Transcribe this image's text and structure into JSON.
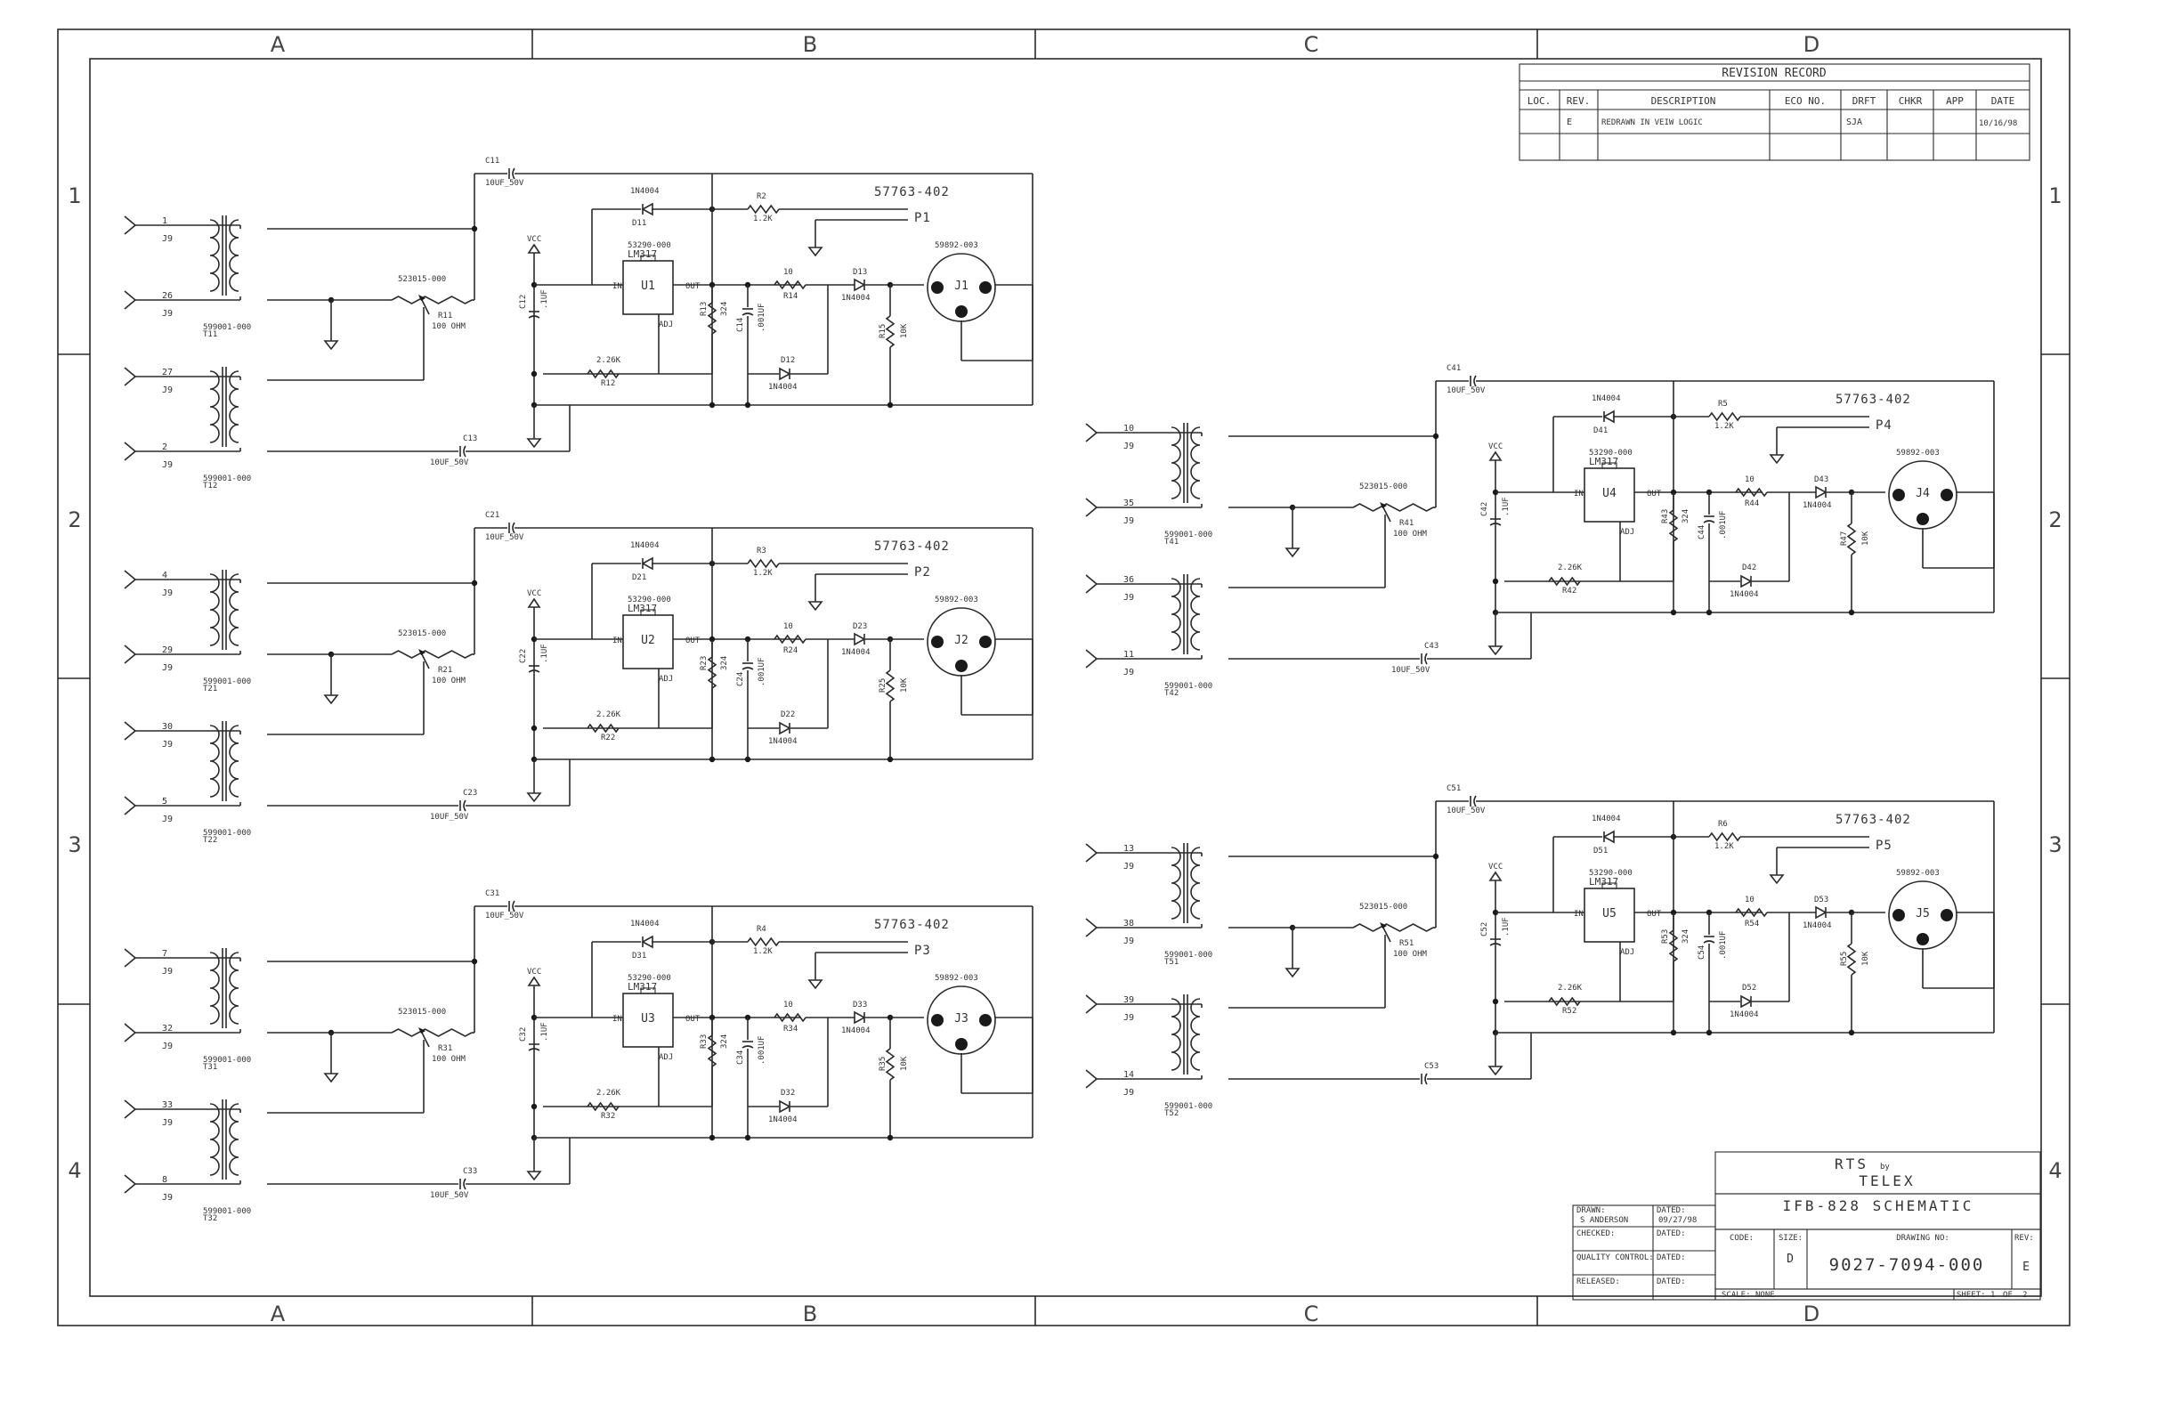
{
  "zones": {
    "columns": [
      "A",
      "B",
      "C",
      "D"
    ],
    "rows": [
      "1",
      "2",
      "3",
      "4"
    ]
  },
  "revision_record": {
    "title": "REVISION RECORD",
    "headers": [
      "LOC.",
      "REV.",
      "DESCRIPTION",
      "ECO NO.",
      "DRFT",
      "CHKR",
      "APP",
      "DATE"
    ],
    "rows": [
      {
        "loc": "",
        "rev": "E",
        "description": "REDRAWN IN VEIW LOGIC",
        "eco": "",
        "drft": "SJA",
        "chkr": "",
        "app": "",
        "date": "10/16/98"
      }
    ]
  },
  "channels": [
    {
      "id": "1",
      "cap_in": "C11",
      "cap_in_val": "10UF_50V",
      "cap_out": "C13",
      "cap_out_val": "10UF_50V",
      "trim": "R11",
      "trim_part": "523015-000",
      "trim_val": "100 OHM",
      "xfmr_a": "T11",
      "xfmr_b": "T12",
      "xfmr_part": "599001-000",
      "jacks": [
        "1",
        "26",
        "27",
        "2"
      ],
      "jack_ref": "J9",
      "diode_top": "D11",
      "r_top": "R2",
      "r_top_val": "1.2K",
      "cable": "57763-402",
      "plug": "P1",
      "vcc": "VCC",
      "cap_filter": "C12",
      "cap_filter_val": ".1UF",
      "reg_part": "53290-000",
      "reg_type": "LM317",
      "reg": "U1",
      "pin_in": "IN",
      "pin_out": "OUT",
      "pin_adj": "ADJ",
      "r_adj": "R12",
      "r_adj_val": "2.26K",
      "r_sense": "R13",
      "r_sense_val": "324",
      "cap_out2": "C14",
      "cap_out2_val": ".001UF",
      "r_series": "R14",
      "r_series_val": "10",
      "diode_series": "D13",
      "diode_ret": "D12",
      "diode_type": "1N4004",
      "r_load": "R15",
      "r_load_val": "10K",
      "xlr_part": "59892-003",
      "xlr": "J1"
    },
    {
      "id": "2",
      "cap_in": "C21",
      "cap_in_val": "10UF_50V",
      "cap_out": "C23",
      "cap_out_val": "10UF_50V",
      "trim": "R21",
      "trim_part": "523015-000",
      "trim_val": "100 OHM",
      "xfmr_a": "T21",
      "xfmr_b": "T22",
      "xfmr_part": "599001-000",
      "jacks": [
        "4",
        "29",
        "30",
        "5"
      ],
      "jack_ref": "J9",
      "diode_top": "D21",
      "r_top": "R3",
      "r_top_val": "1.2K",
      "cable": "57763-402",
      "plug": "P2",
      "vcc": "VCC",
      "cap_filter": "C22",
      "cap_filter_val": ".1UF",
      "reg_part": "53290-000",
      "reg_type": "LM317",
      "reg": "U2",
      "pin_in": "IN",
      "pin_out": "OUT",
      "pin_adj": "ADJ",
      "r_adj": "R22",
      "r_adj_val": "2.26K",
      "r_sense": "R23",
      "r_sense_val": "324",
      "cap_out2": "C24",
      "cap_out2_val": ".001UF",
      "r_series": "R24",
      "r_series_val": "10",
      "diode_series": "D23",
      "diode_ret": "D22",
      "diode_type": "1N4004",
      "r_load": "R25",
      "r_load_val": "10K",
      "xlr_part": "59892-003",
      "xlr": "J2"
    },
    {
      "id": "3",
      "cap_in": "C31",
      "cap_in_val": "10UF_50V",
      "cap_out": "C33",
      "cap_out_val": "10UF_50V",
      "trim": "R31",
      "trim_part": "523015-000",
      "trim_val": "100 OHM",
      "xfmr_a": "T31",
      "xfmr_b": "T32",
      "xfmr_part": "599001-000",
      "jacks": [
        "7",
        "32",
        "33",
        "8"
      ],
      "jack_ref": "J9",
      "diode_top": "D31",
      "r_top": "R4",
      "r_top_val": "1.2K",
      "cable": "57763-402",
      "plug": "P3",
      "vcc": "VCC",
      "cap_filter": "C32",
      "cap_filter_val": ".1UF",
      "reg_part": "53290-000",
      "reg_type": "LM317",
      "reg": "U3",
      "pin_in": "IN",
      "pin_out": "OUT",
      "pin_adj": "ADJ",
      "r_adj": "R32",
      "r_adj_val": "2.26K",
      "r_sense": "R33",
      "r_sense_val": "324",
      "cap_out2": "C34",
      "cap_out2_val": ".001UF",
      "r_series": "R34",
      "r_series_val": "10",
      "diode_series": "D33",
      "diode_ret": "D32",
      "diode_type": "1N4004",
      "r_load": "R35",
      "r_load_val": "10K",
      "xlr_part": "59892-003",
      "xlr": "J3"
    },
    {
      "id": "4",
      "cap_in": "C41",
      "cap_in_val": "10UF_50V",
      "cap_out": "C43",
      "cap_out_val": "10UF_50V",
      "trim": "R41",
      "trim_part": "523015-000",
      "trim_val": "100 OHM",
      "xfmr_a": "T41",
      "xfmr_b": "T42",
      "xfmr_part": "599001-000",
      "jacks": [
        "10",
        "35",
        "36",
        "11"
      ],
      "jack_ref": "J9",
      "diode_top": "D41",
      "r_top": "R5",
      "r_top_val": "1.2K",
      "cable": "57763-402",
      "plug": "P4",
      "vcc": "VCC",
      "cap_filter": "C42",
      "cap_filter_val": ".1UF",
      "reg_part": "53290-000",
      "reg_type": "LM317",
      "reg": "U4",
      "pin_in": "IN",
      "pin_out": "OUT",
      "pin_adj": "ADJ",
      "r_adj": "R42",
      "r_adj_val": "2.26K",
      "r_sense": "R43",
      "r_sense_val": "324",
      "cap_out2": "C44",
      "cap_out2_val": ".001UF",
      "r_series": "R44",
      "r_series_val": "10",
      "diode_series": "D43",
      "diode_ret": "D42",
      "diode_type": "1N4004",
      "r_load": "R47",
      "r_load_val": "10K",
      "xlr_part": "59892-003",
      "xlr": "J4"
    },
    {
      "id": "5",
      "cap_in": "C51",
      "cap_in_val": "10UF_50V",
      "cap_out": "C53",
      "cap_out_val": "",
      "trim": "R51",
      "trim_part": "523015-000",
      "trim_val": "100 OHM",
      "xfmr_a": "T51",
      "xfmr_b": "T52",
      "xfmr_part": "599001-000",
      "jacks": [
        "13",
        "38",
        "39",
        "14"
      ],
      "jack_ref": "J9",
      "diode_top": "D51",
      "r_top": "R6",
      "r_top_val": "1.2K",
      "cable": "57763-402",
      "plug": "P5",
      "vcc": "VCC",
      "cap_filter": "C52",
      "cap_filter_val": ".1UF",
      "reg_part": "53290-000",
      "reg_type": "LM317",
      "reg": "U5",
      "pin_in": "IN",
      "pin_out": "OUT",
      "pin_adj": "ADJ",
      "r_adj": "R52",
      "r_adj_val": "2.26K",
      "r_sense": "R53",
      "r_sense_val": "324",
      "cap_out2": "C54",
      "cap_out2_val": ".001UF",
      "r_series": "R54",
      "r_series_val": "10",
      "diode_series": "D53",
      "diode_ret": "D52",
      "diode_type": "1N4004",
      "r_load": "R55",
      "r_load_val": "10K",
      "xlr_part": "59892-003",
      "xlr": "J5"
    }
  ],
  "title_block": {
    "company": "RTS",
    "company_by": "by",
    "company2": "TELEX",
    "title": "IFB-828 SCHEMATIC",
    "drawn_label": "DRAWN:",
    "drawn": "S ANDERSON",
    "dated_label": "DATED:",
    "drawn_date": "09/27/98",
    "checked_label": "CHECKED:",
    "qc_label": "QUALITY CONTROL:",
    "released_label": "RELEASED:",
    "code_label": "CODE:",
    "size_label": "SIZE:",
    "size": "D",
    "dwg_label": "DRAWING NO:",
    "dwg_no": "9027-7094-000",
    "rev_label": "REV:",
    "rev": "E",
    "scale_label": "SCALE:",
    "scale": "NONE",
    "sheet_label": "SHEET:",
    "sheet": "1",
    "sheet_of": "OF",
    "sheet_total": "2"
  }
}
